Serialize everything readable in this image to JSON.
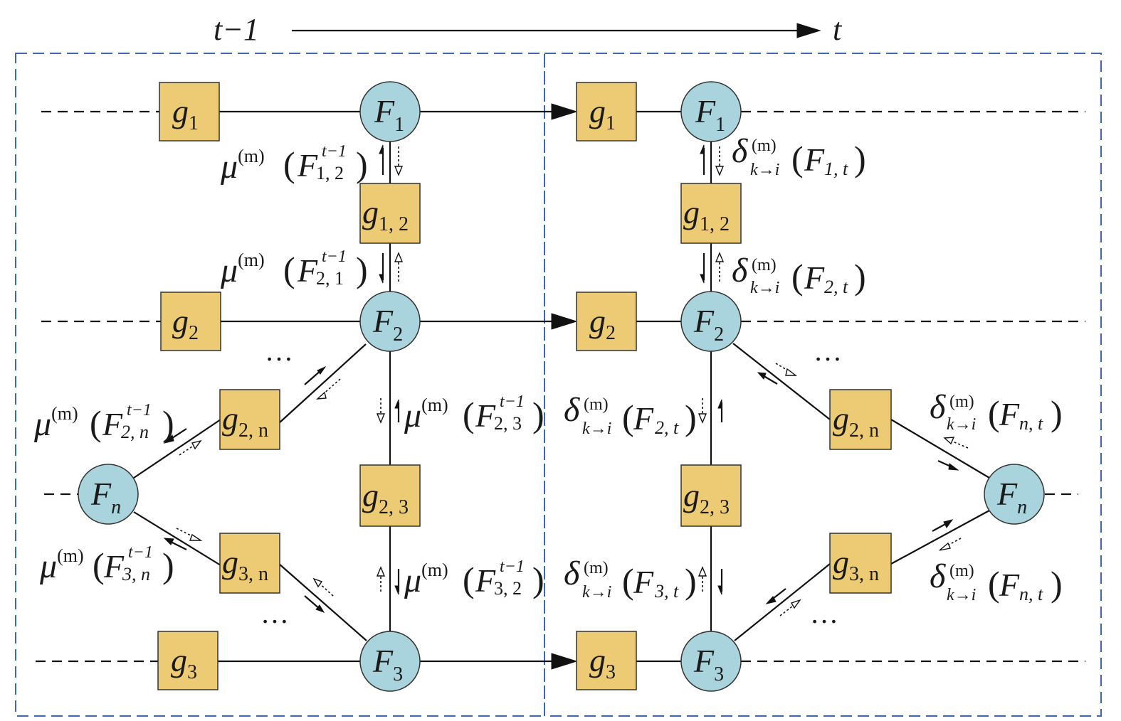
{
  "time": {
    "prev": "t−1",
    "next": "t"
  },
  "factors": {
    "g1": {
      "base": "g",
      "sub": "1"
    },
    "g2": {
      "base": "g",
      "sub": "2"
    },
    "g3": {
      "base": "g",
      "sub": "3"
    },
    "g12": {
      "base": "g",
      "sub": "1, 2"
    },
    "g23": {
      "base": "g",
      "sub": "2, 3"
    },
    "g2n": {
      "base": "g",
      "sub": "2, n"
    },
    "g3n": {
      "base": "g",
      "sub": "3, n"
    }
  },
  "variables": {
    "F1": {
      "base": "F",
      "sub": "1"
    },
    "F2": {
      "base": "F",
      "sub": "2"
    },
    "F3": {
      "base": "F",
      "sub": "3"
    },
    "Fn": {
      "base": "F",
      "sub": "n"
    }
  },
  "ellipsis": "…",
  "messages_left": {
    "mu12": {
      "mu": "μ",
      "sup": "(m)",
      "F": "F",
      "fsup": "t−1",
      "fsub": "1, 2"
    },
    "mu21": {
      "mu": "μ",
      "sup": "(m)",
      "F": "F",
      "fsup": "t−1",
      "fsub": "2, 1"
    },
    "mu23": {
      "mu": "μ",
      "sup": "(m)",
      "F": "F",
      "fsup": "t−1",
      "fsub": "2, 3"
    },
    "mu32": {
      "mu": "μ",
      "sup": "(m)",
      "F": "F",
      "fsup": "t−1",
      "fsub": "3, 2"
    },
    "mu2n": {
      "mu": "μ",
      "sup": "(m)",
      "F": "F",
      "fsup": "t−1",
      "fsub": "2, n"
    },
    "mu3n": {
      "mu": "μ",
      "sup": "(m)",
      "F": "F",
      "fsup": "t−1",
      "fsub": "3, n"
    }
  },
  "messages_right": {
    "d1": {
      "delta": "δ",
      "sup": "(m)",
      "sub": "k→i",
      "F": "F",
      "fsub": "1, t"
    },
    "d2": {
      "delta": "δ",
      "sup": "(m)",
      "sub": "k→i",
      "F": "F",
      "fsub": "2, t"
    },
    "d2b": {
      "delta": "δ",
      "sup": "(m)",
      "sub": "k→i",
      "F": "F",
      "fsub": "2, t"
    },
    "d3": {
      "delta": "δ",
      "sup": "(m)",
      "sub": "k→i",
      "F": "F",
      "fsub": "3, t"
    },
    "dn1": {
      "delta": "δ",
      "sup": "(m)",
      "sub": "k→i",
      "F": "F",
      "fsub": "n, t"
    },
    "dn2": {
      "delta": "δ",
      "sup": "(m)",
      "sub": "k→i",
      "F": "F",
      "fsub": "n, t"
    }
  },
  "colors": {
    "factor_fill": "#eccb74",
    "variable_fill": "#a9d4dd",
    "frame_stroke": "#3f68b0"
  }
}
